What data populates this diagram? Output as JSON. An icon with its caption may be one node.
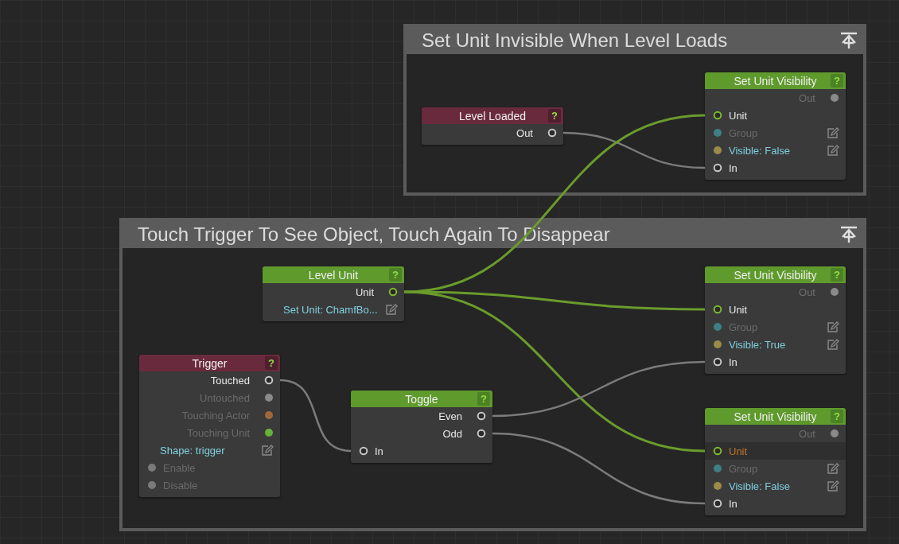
{
  "diagram": {
    "nodes": [
      {
        "text": [
          "Set Unit Invisible When Level Loads"
        ]
      },
      {
        "text": [
          "Level Loaded",
          "?",
          "Out"
        ],
        "in": 0
      },
      {
        "text": [
          "Set Unit Visibility",
          "?",
          "Out",
          "Unit",
          "Group",
          "Visible: False",
          "In"
        ],
        "in": 0
      },
      {
        "text": [
          "Touch Trigger To See Object, Touch Again To Disappear"
        ]
      },
      {
        "text": [
          "Level Unit",
          "?",
          "Unit",
          "Set Unit: ChamfBo..."
        ],
        "in": 3
      },
      {
        "text": [
          "Set Unit Visibility",
          "?",
          "Out",
          "Unit",
          "Group",
          "Visible: True",
          "In"
        ],
        "in": 3
      },
      {
        "text": [
          "Trigger",
          "?",
          "Touched",
          "Untouched",
          "Touching Actor",
          "Touching Unit",
          "Shape: trigger",
          "Enable",
          "Disable"
        ],
        "in": 3
      },
      {
        "text": [
          "Toggle",
          "?",
          "Even",
          "Odd",
          "In"
        ],
        "in": 3
      },
      {
        "text": [
          "Set Unit Visibility",
          "?",
          "Out",
          "Unit",
          "Group",
          "Visible: False",
          "In"
        ],
        "in": 3
      }
    ],
    "edges": [
      {
        "from": 1,
        "to": 2,
        "arrow": "none"
      },
      {
        "from": 4,
        "to": 2,
        "arrow": "none",
        "color": "#6a9c2c"
      },
      {
        "from": 4,
        "to": 5,
        "arrow": "none",
        "color": "#6a9c2c"
      },
      {
        "from": 4,
        "to": 8,
        "arrow": "none",
        "color": "#6a9c2c"
      },
      {
        "from": 6,
        "to": 7,
        "arrow": "none"
      },
      {
        "from": 7,
        "to": 5,
        "arrow": "none"
      },
      {
        "from": 7,
        "to": 8,
        "arrow": "none"
      }
    ]
  }
}
